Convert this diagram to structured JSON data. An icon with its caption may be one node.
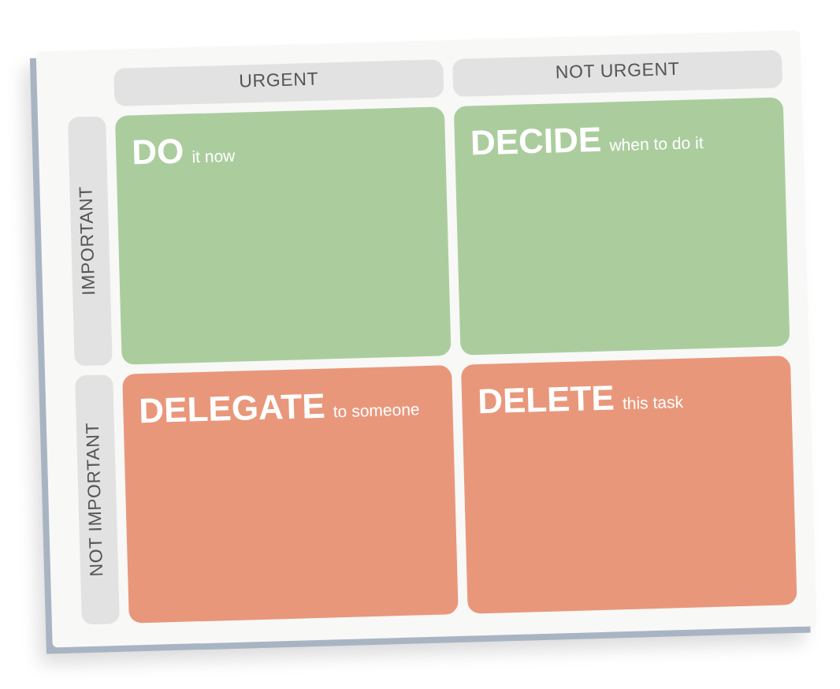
{
  "diagram": {
    "nodes": [
      {
        "text": [
          "URGENT"
        ]
      },
      {
        "text": [
          "NOT URGENT"
        ]
      },
      {
        "text": [
          "IMPORTANT"
        ]
      },
      {
        "text": [
          "DO",
          "it now"
        ]
      },
      {
        "text": [
          "DECIDE",
          "when to do it"
        ]
      },
      {
        "text": [
          "NOT IMPORTANT"
        ]
      },
      {
        "text": [
          "DELEGATE",
          "to someone"
        ]
      },
      {
        "text": [
          "DELETE",
          "this task"
        ]
      }
    ]
  }
}
